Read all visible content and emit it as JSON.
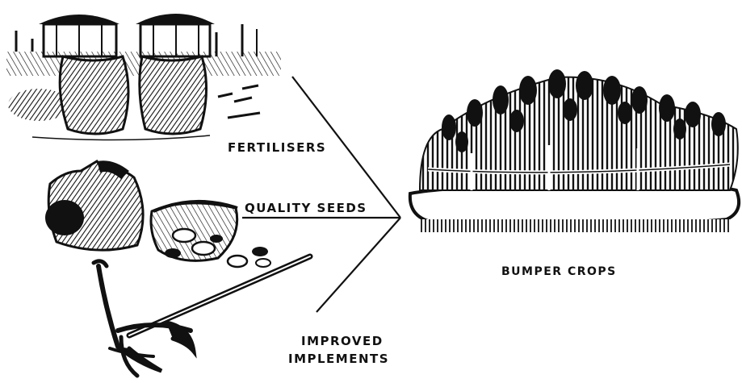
{
  "labels": {
    "fertilisers": "FERTILISERS",
    "quality_seeds": "QUALITY SEEDS",
    "improved_line1": "IMPROVED",
    "improved_line2": "IMPLEMENTS",
    "bumper_crops": "BUMPER CROPS"
  },
  "colors": {
    "ink": "#111111",
    "paper": "#ffffff"
  },
  "icons": [
    "fertiliser-sacks-icon",
    "seed-sacks-icon",
    "plough-icon",
    "crop-field-icon"
  ]
}
